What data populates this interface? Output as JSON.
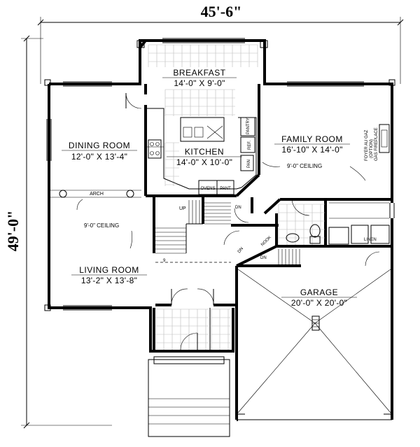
{
  "overall": {
    "width": "45'-6\"",
    "depth": "49'-0\""
  },
  "rooms": {
    "breakfast": {
      "name": "BREAKFAST",
      "size": "14'-0\" X 9'-0\""
    },
    "dining": {
      "name": "DINING ROOM",
      "size": "12'-0\" X 13'-4\""
    },
    "kitchen": {
      "name": "KITCHEN",
      "size": "14'-0\" X 10'-0\""
    },
    "family": {
      "name": "FAMILY ROOM",
      "size": "16'-10\" X 14'-0\""
    },
    "living": {
      "name": "LIVING ROOM",
      "size": "13'-2\" X 13'-8\""
    },
    "garage": {
      "name": "GARAGE",
      "size": "20'-0\" X 20'-0\""
    }
  },
  "labels": {
    "pantry": "PANTRY",
    "ref": "REF.",
    "pan": "PAN",
    "ovens": "OVENS",
    "pant": "PANT",
    "arch": "ARCH",
    "up": "UP",
    "dn": "DN",
    "nook": "NOOK",
    "linen": "LINEN",
    "ceiling_family": "9'-0\" CEILING",
    "ceiling_living": "9'-0\" CEILING",
    "fireplace_1": "FOYER AU GAZ",
    "fireplace_2": "(OPTION)",
    "fireplace_3": "GAS FIREPLACE",
    "step_count": "9"
  }
}
